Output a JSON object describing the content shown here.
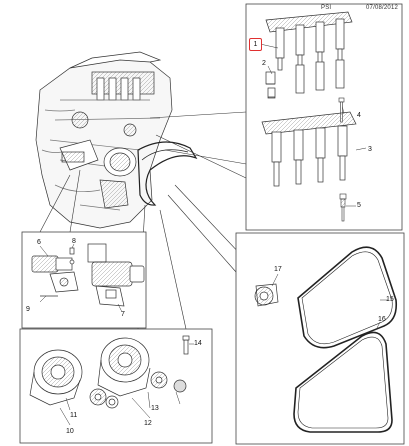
{
  "header": {
    "code": "PSI",
    "date": "07/08/2012"
  },
  "callouts": {
    "c1": "1",
    "c2": "2",
    "c3": "3",
    "c4": "4",
    "c5": "5",
    "c6": "6",
    "c7": "7",
    "c8": "8",
    "c9": "9",
    "c10": "10",
    "c11": "11",
    "c12": "12",
    "c13": "13",
    "c14": "14",
    "c15": "15",
    "c16": "16",
    "c17": "17"
  },
  "colors": {
    "line": "#333333",
    "highlight": "#e03030",
    "panel": "#444444"
  }
}
